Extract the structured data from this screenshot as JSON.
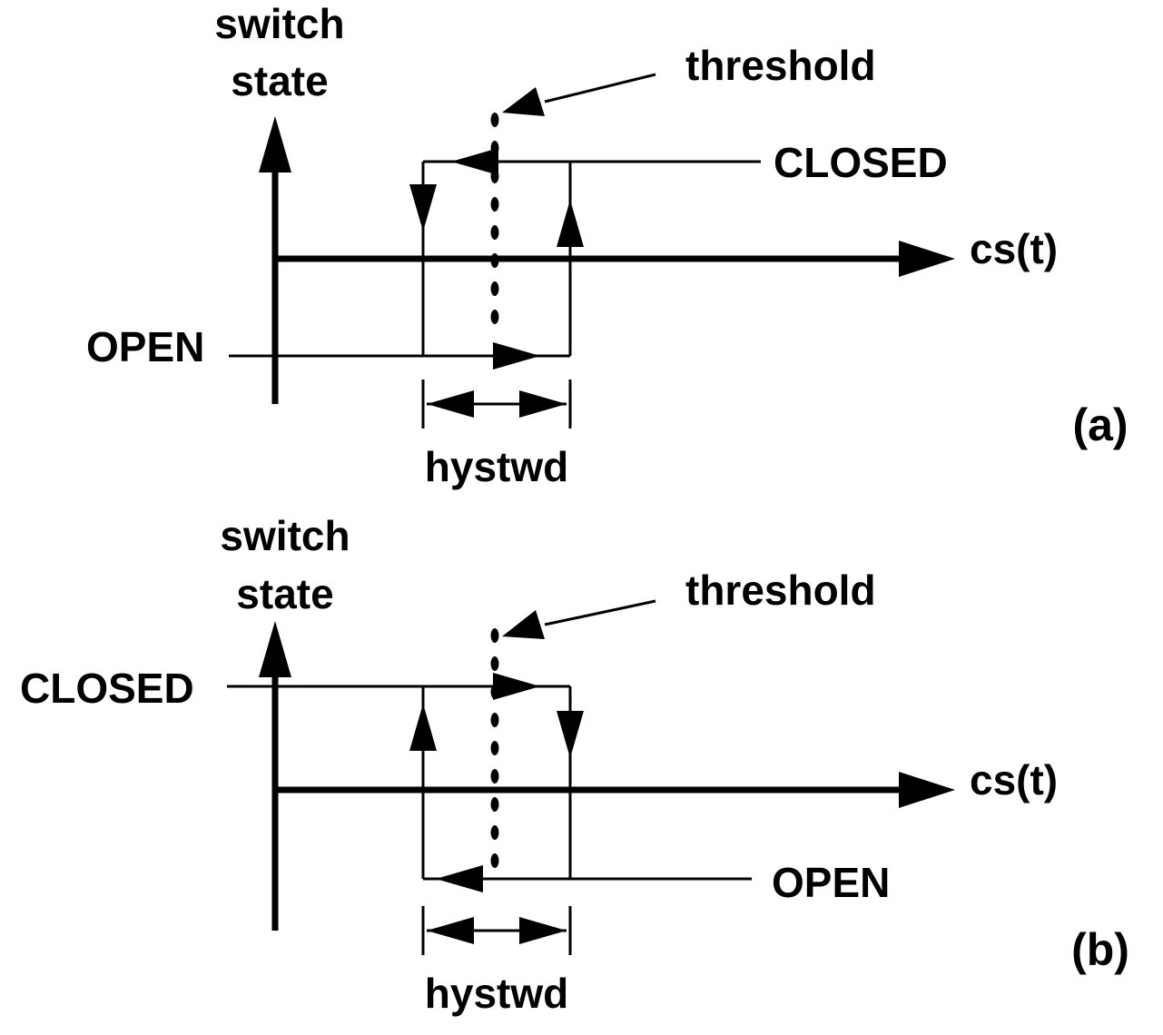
{
  "panels": [
    {
      "id": "a",
      "y_axis_label_line1": "switch",
      "y_axis_label_line2": "state",
      "x_axis_label": "cs(t)",
      "threshold_label": "threshold",
      "upper_state_label": "CLOSED",
      "lower_state_label": "OPEN",
      "width_label": "hystwd",
      "panel_label": "(a)"
    },
    {
      "id": "b",
      "y_axis_label_line1": "switch",
      "y_axis_label_line2": "state",
      "x_axis_label": "cs(t)",
      "threshold_label": "threshold",
      "upper_state_label": "CLOSED",
      "lower_state_label": "OPEN",
      "width_label": "hystwd",
      "panel_label": "(b)"
    }
  ],
  "colors": {
    "ink": "#000000",
    "background": "#ffffff"
  }
}
